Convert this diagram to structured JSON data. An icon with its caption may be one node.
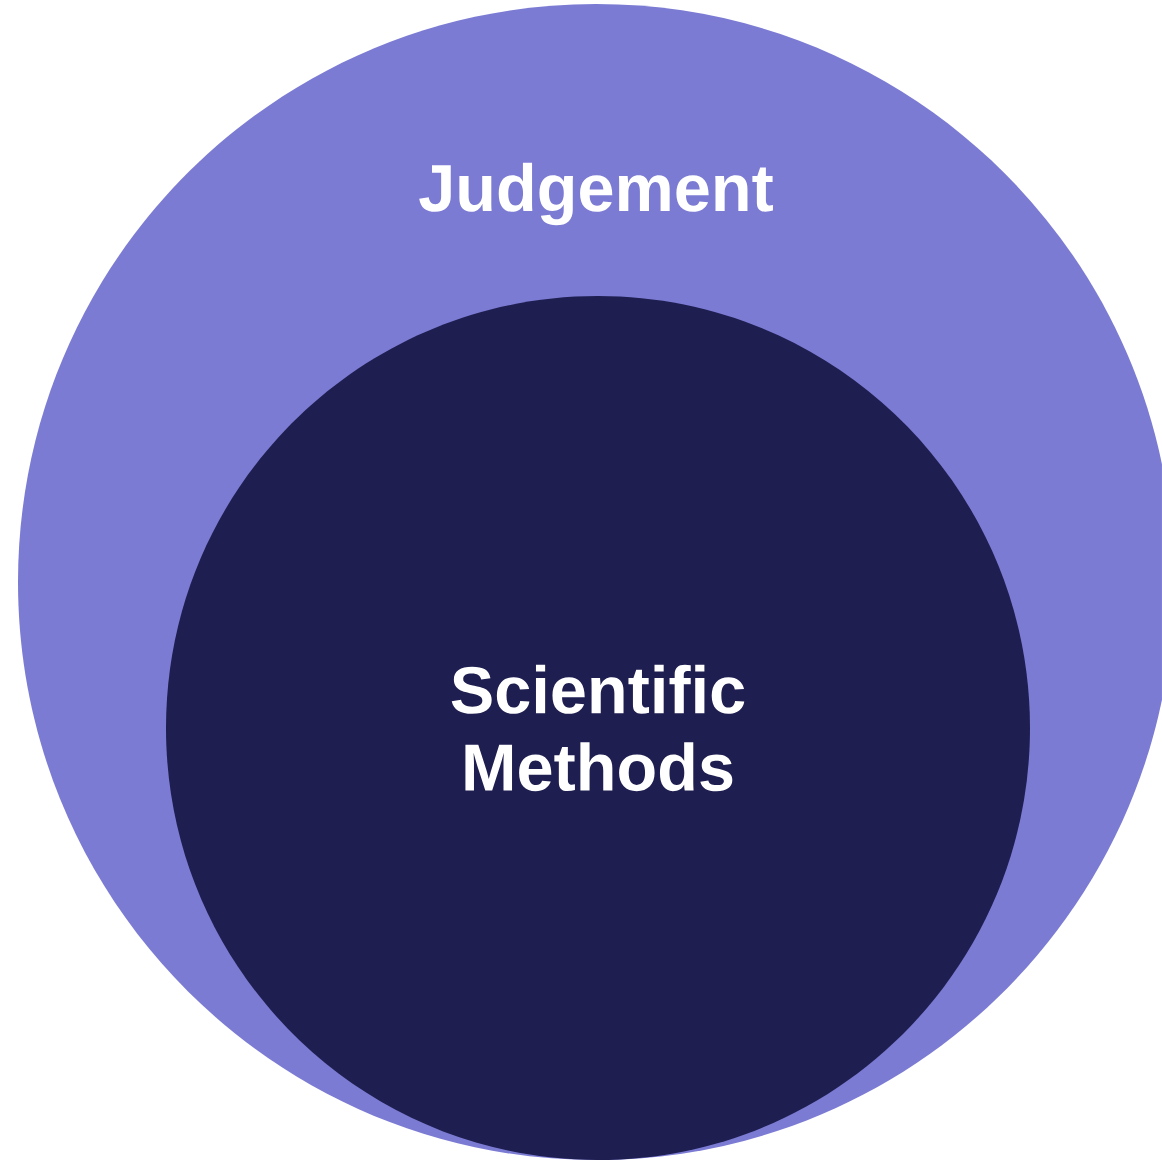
{
  "diagram": {
    "nodes": [
      {
        "text": [
          "Judgement"
        ]
      },
      {
        "text": [
          "Scientific Methods"
        ],
        "in": 0
      }
    ]
  }
}
